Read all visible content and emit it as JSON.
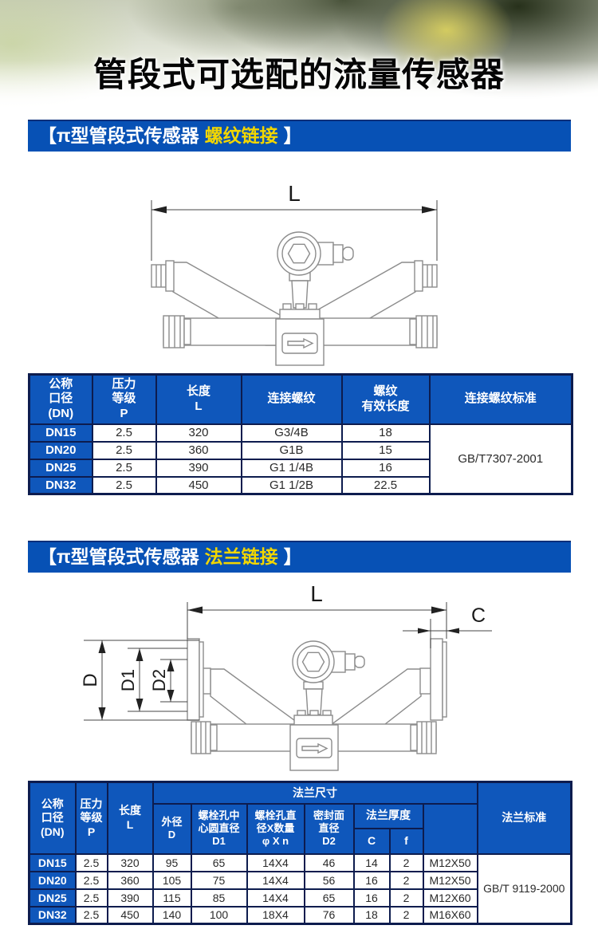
{
  "title": "管段式可选配的流量传感器",
  "sections": {
    "threaded": {
      "bracket_open": "【",
      "label": "π型管段式传感器",
      "highlight": "螺纹链接",
      "bracket_close": "】"
    },
    "flanged": {
      "bracket_open": "【",
      "label": "π型管段式传感器",
      "highlight": "法兰链接",
      "bracket_close": "】"
    }
  },
  "diagrams": {
    "threaded": {
      "dim_l": "L"
    },
    "flanged": {
      "dim_l": "L",
      "dim_c": "C",
      "dim_d": "D",
      "dim_d1": "D1",
      "dim_d2": "D2"
    }
  },
  "thread_table": {
    "headers": [
      "公称\n口径\n(DN)",
      "压力\n等级\nP",
      "长度\nL",
      "连接螺纹",
      "螺纹\n有效长度",
      "连接螺纹标准"
    ],
    "rows": [
      [
        "DN15",
        "2.5",
        "320",
        "G3/4B",
        "18"
      ],
      [
        "DN20",
        "2.5",
        "360",
        "G1B",
        "15"
      ],
      [
        "DN25",
        "2.5",
        "390",
        "G1 1/4B",
        "16"
      ],
      [
        "DN32",
        "2.5",
        "450",
        "G1 1/2B",
        "22.5"
      ]
    ],
    "standard": "GB/T7307-2001"
  },
  "flange_table": {
    "headers": {
      "dn": "公称\n口径\n(DN)",
      "pressure": "压力\n等级\nP",
      "length": "长度\nL",
      "flange_dims_group": "法兰尺寸",
      "outer_d": "外径\nD",
      "bolt_circle": "螺栓孔中\n心圆直径\nD1",
      "bolt_holes": "螺栓孔直\n径X数量\nφ X n",
      "seal_face": "密封面\n直径\nD2",
      "thickness_group": "法兰厚度",
      "c": "C",
      "f": "f",
      "bolt_spec": "",
      "standard": "法兰标准"
    },
    "rows": [
      [
        "DN15",
        "2.5",
        "320",
        "95",
        "65",
        "14X4",
        "46",
        "14",
        "2",
        "M12X50"
      ],
      [
        "DN20",
        "2.5",
        "360",
        "105",
        "75",
        "14X4",
        "56",
        "16",
        "2",
        "M12X50"
      ],
      [
        "DN25",
        "2.5",
        "390",
        "115",
        "85",
        "14X4",
        "65",
        "16",
        "2",
        "M12X60"
      ],
      [
        "DN32",
        "2.5",
        "450",
        "140",
        "100",
        "18X4",
        "76",
        "18",
        "2",
        "M16X60"
      ]
    ],
    "standard": "GB/T 9119-2000"
  },
  "colors": {
    "accent_blue": "#0751b5",
    "table_header_blue": "#0f57bb",
    "border_navy": "#0d1c4e",
    "highlight_yellow": "#f2d600"
  }
}
